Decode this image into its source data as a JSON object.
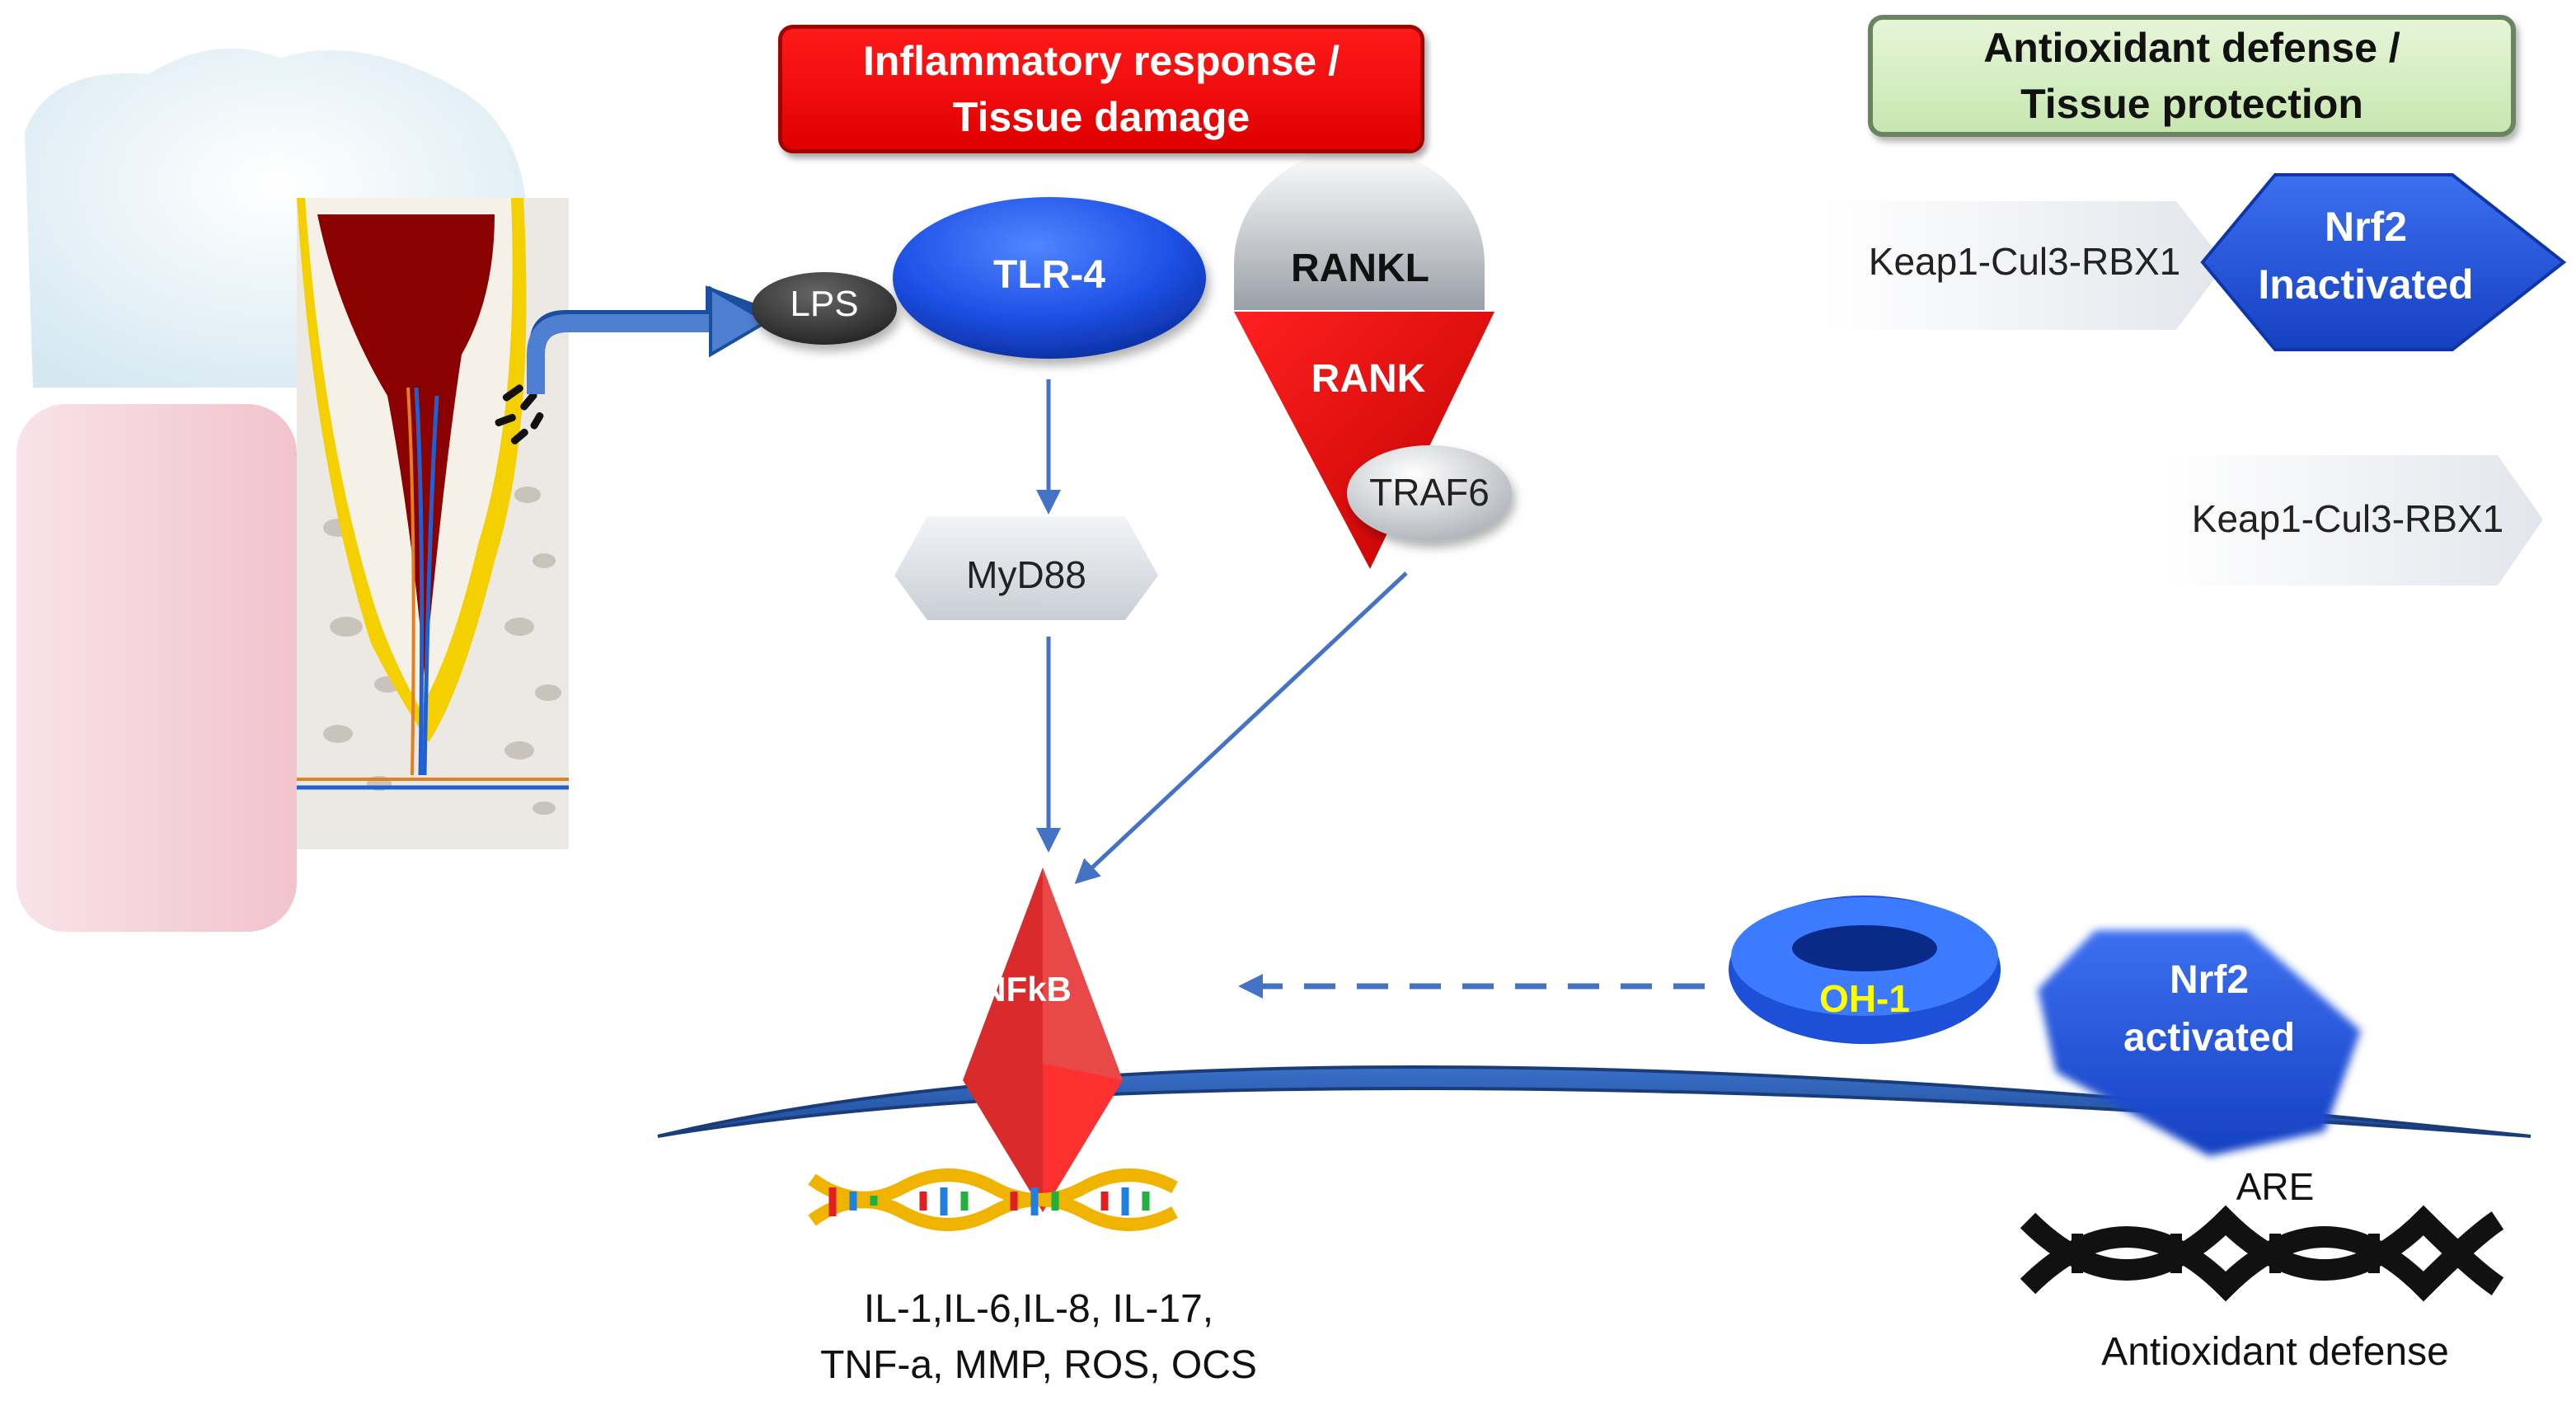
{
  "headers": {
    "inflammatory": "Inflammatory response /\nTissue damage",
    "antioxidant": "Antioxidant defense /\nTissue protection"
  },
  "molecules": {
    "lps": "LPS",
    "tlr4": "TLR-4",
    "rankl": "RANKL",
    "rank": "RANK",
    "traf6": "TRAF6",
    "myd88": "MyD88",
    "nfkb": "NFkB",
    "oh1": "OH-1",
    "nrf2_inactivated": "Nrf2\nInactivated",
    "nrf2_activated": "Nrf2\nactivated",
    "keap1_complex_bound": "Keap1-Cul3-RBX1",
    "keap1_complex_free": "Keap1-Cul3-RBX1"
  },
  "outputs": {
    "are": "ARE",
    "cytokines": "IL-1,IL-6,IL-8, IL-17,\nTNF-a, MMP, ROS, OCS",
    "antioxidant_defense": "Antioxidant defense"
  },
  "colors": {
    "arrow_blue": "#4472c4",
    "header_red": "#ff0000",
    "header_green": "#d5edc4",
    "nucleus_blue": "#2e62b7",
    "receptor_blue": "#1e4fd6",
    "nfkb_red": "#d92b2b",
    "oh1_text": "#ffff00"
  }
}
